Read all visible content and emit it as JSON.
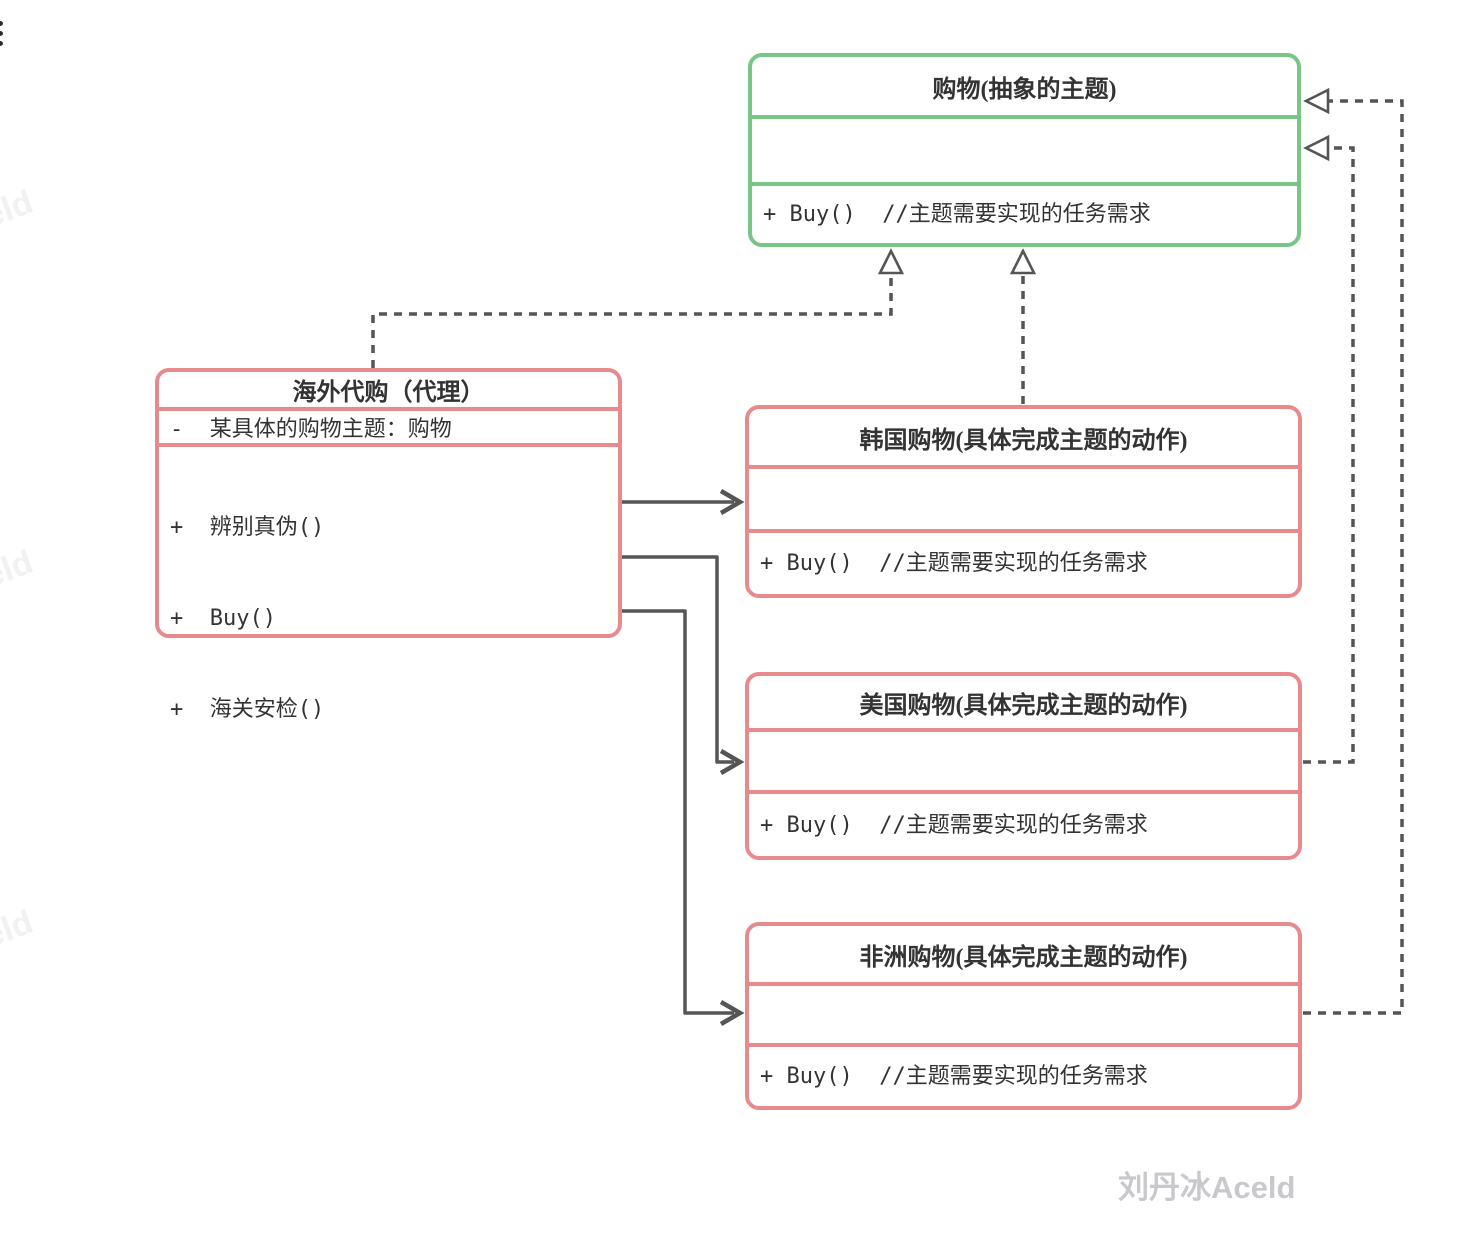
{
  "classes": {
    "abstract": {
      "title": "购物(抽象的主题)",
      "attributes": "",
      "methods": [
        "+ Buy()  //主题需要实现的任务需求"
      ]
    },
    "proxy": {
      "title": "海外代购（代理）",
      "attributes": "-  某具体的购物主题：购物",
      "methods": [
        "+  辨别真伪()",
        "+  Buy()",
        "+  海关安检()"
      ]
    },
    "korea": {
      "title": "韩国购物(具体完成主题的动作)",
      "attributes": "",
      "methods": [
        "+ Buy()  //主题需要实现的任务需求"
      ]
    },
    "usa": {
      "title": "美国购物(具体完成主题的动作)",
      "attributes": "",
      "methods": [
        "+ Buy()  //主题需要实现的任务需求"
      ]
    },
    "africa": {
      "title": "非洲购物(具体完成主题的动作)",
      "attributes": "",
      "methods": [
        "+ Buy()  //主题需要实现的任务需求"
      ]
    }
  },
  "watermarks": {
    "author": "刘丹冰Aceld",
    "tile": "eld"
  },
  "colors": {
    "abstract_border": "#77c687",
    "concrete_border": "#e8898e",
    "connector": "#555555",
    "text": "#333333"
  }
}
